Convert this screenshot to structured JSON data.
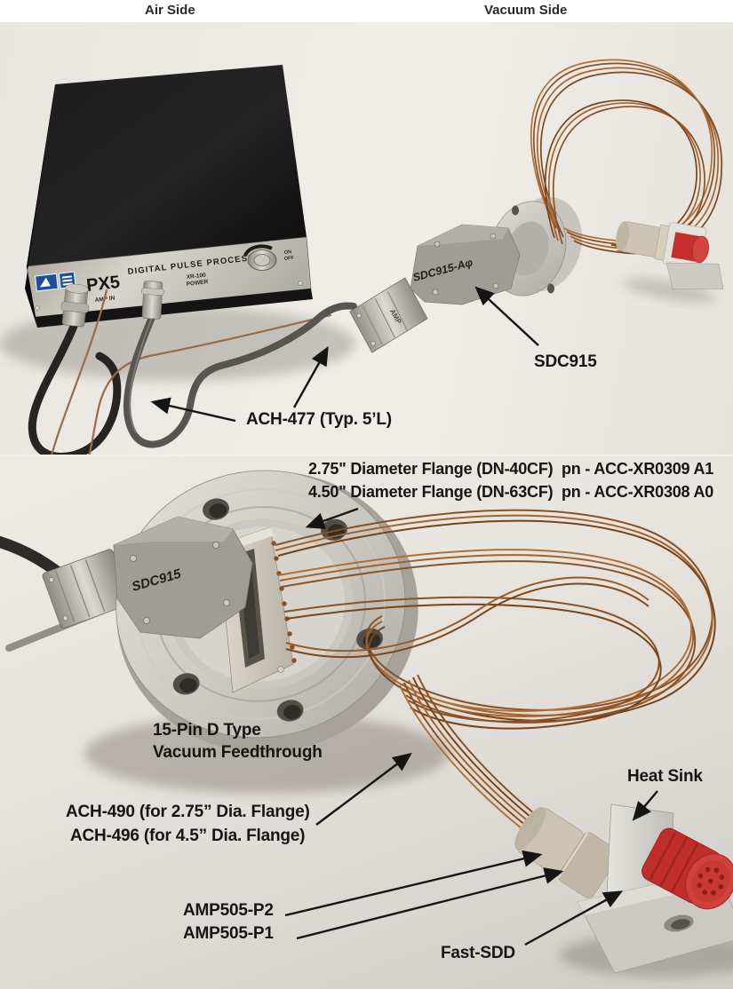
{
  "header": {
    "air_side": "Air Side",
    "vacuum_side": "Vacuum Side"
  },
  "device_panel": {
    "model": "PX5",
    "title": "DIGITAL PULSE PROCESSOR",
    "amp_in": "AMP IN",
    "power_line1": "XR-100",
    "power_line2": "POWER",
    "on": "ON",
    "off": "OFF",
    "connector_brand": "AMP"
  },
  "handwriting": {
    "adapter_top": "SDC915-Aφ",
    "adapter_bottom": "SDC915"
  },
  "annotations": {
    "sdc915": "SDC915",
    "ach477": "ACH-477 (Typ. 5’L)",
    "flange_275": "2.75\" Diameter Flange (DN-40CF)  pn - ACC-XR0309 A1",
    "flange_450": "4.50\" Diameter Flange (DN-63CF)  pn - ACC-XR0308 A0",
    "feedthrough_line1": "15-Pin D Type",
    "feedthrough_line2": "Vacuum Feedthrough",
    "ach490": "ACH-490 (for 2.75” Dia. Flange)",
    "ach496": "ACH-496 (for 4.5” Dia. Flange)",
    "heat_sink": "Heat Sink",
    "amp505_p2": "AMP505-P2",
    "amp505_p1": "AMP505-P1",
    "fast_sdd": "Fast-SDD"
  },
  "colors": {
    "background_paper": "#e8e4df",
    "annotation_text": "#151515",
    "copper_wire": "#9a5c26",
    "detector_red": "#c5302e",
    "connector_beige": "#c9bfae",
    "flange_steel": "#c6c3bc",
    "device_black": "#161616",
    "logo_blue": "#1e4f9e"
  }
}
